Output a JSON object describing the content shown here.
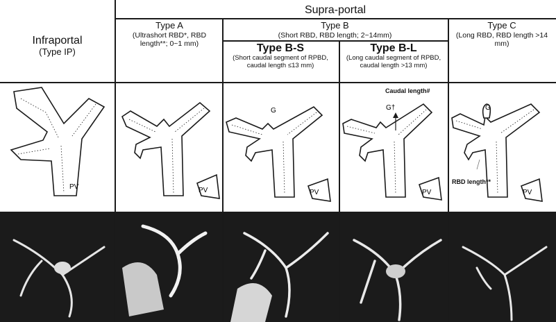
{
  "header": {
    "supra_portal": "Supra-portal",
    "infraportal": "Infraportal",
    "infraportal_sub": "(Type IP)",
    "type_a_title": "Type A",
    "type_a_desc": "(Ultrashort RBD*, RBD length**; 0~1 mm)",
    "type_b_title": "Type B",
    "type_b_desc": "(Short RBD, RBD length; 2~14mm)",
    "type_bs_title": "Type B-S",
    "type_bs_desc": "(Short caudal segment of RPBD, caudal length ≤13 mm)",
    "type_bl_title": "Type B-L",
    "type_bl_desc": "(Long caudal segment of RPBD, caudal length >13 mm)",
    "type_c_title": "Type C",
    "type_c_desc": "(Long RBD, RBD length >14 mm)"
  },
  "diagram_labels": {
    "pv": "PV",
    "g": "G",
    "g_dagger": "G†",
    "caudal_length": "Caudal length#",
    "rbd_length": "RBD length**"
  },
  "colors": {
    "line": "#1a1a1a",
    "photo_bg": "#1b1b1b",
    "duct": "#f2f2f2"
  }
}
